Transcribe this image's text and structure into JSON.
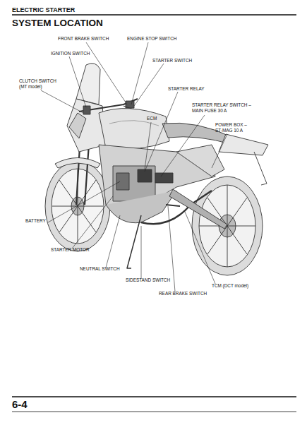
{
  "diagram": {
    "title": "SYSTEM LOCATION",
    "labels": [
      "ELECTRIC STARTER",
      "FRONT BRAKE SWITCH",
      "ENGINE STOP SWITCH",
      "IGNITION SWITCH",
      "STARTER SWITCH",
      "CLUTCH SWITCH (MT model)",
      "STARTER RELAY",
      "STARTER RELAY SWITCH – MAIN FUSE 30 A",
      "ECM",
      "POWER BOX – ST-MAG 10 A",
      "BATTERY",
      "STARTER MOTOR",
      "NEUTRAL SWITCH",
      "SIDESTAND SWITCH",
      "TCM (DCT model)",
      "REAR BRAKE SWITCH",
      "6-4"
    ]
  }
}
